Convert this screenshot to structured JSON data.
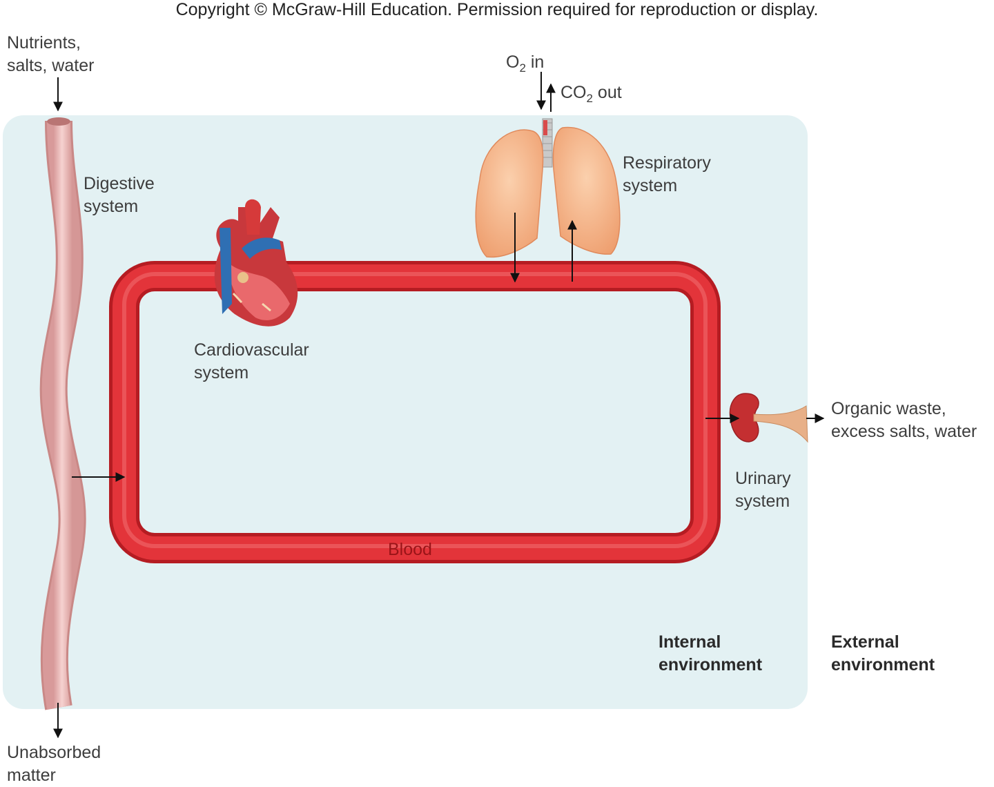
{
  "copyright": "Copyright © McGraw-Hill Education. Permission required for reproduction or display.",
  "labels": {
    "inputs": [
      "Nutrients,",
      "salts, water"
    ],
    "unabsorbed": [
      "Unabsorbed",
      "matter"
    ],
    "digestive": [
      "Digestive",
      "system"
    ],
    "cardiovascular": [
      "Cardiovascular",
      "system"
    ],
    "respiratory": [
      "Respiratory",
      "system"
    ],
    "urinary": [
      "Urinary",
      "system"
    ],
    "waste": [
      "Organic waste,",
      "excess salts, water"
    ],
    "blood": "Blood",
    "internal": [
      "Internal",
      "environment"
    ],
    "external": [
      "External",
      "environment"
    ],
    "o2": {
      "prefix": "O",
      "sub": "2",
      "suffix": " in"
    },
    "co2": {
      "prefix": "CO",
      "sub": "2",
      "suffix": " out"
    }
  },
  "colors": {
    "internal_bg": "#e3f1f3",
    "blood_vessel": "#d9272e",
    "gut": "#f1c3c2",
    "lung": "#f6b48a",
    "kidney": "#c73232"
  }
}
